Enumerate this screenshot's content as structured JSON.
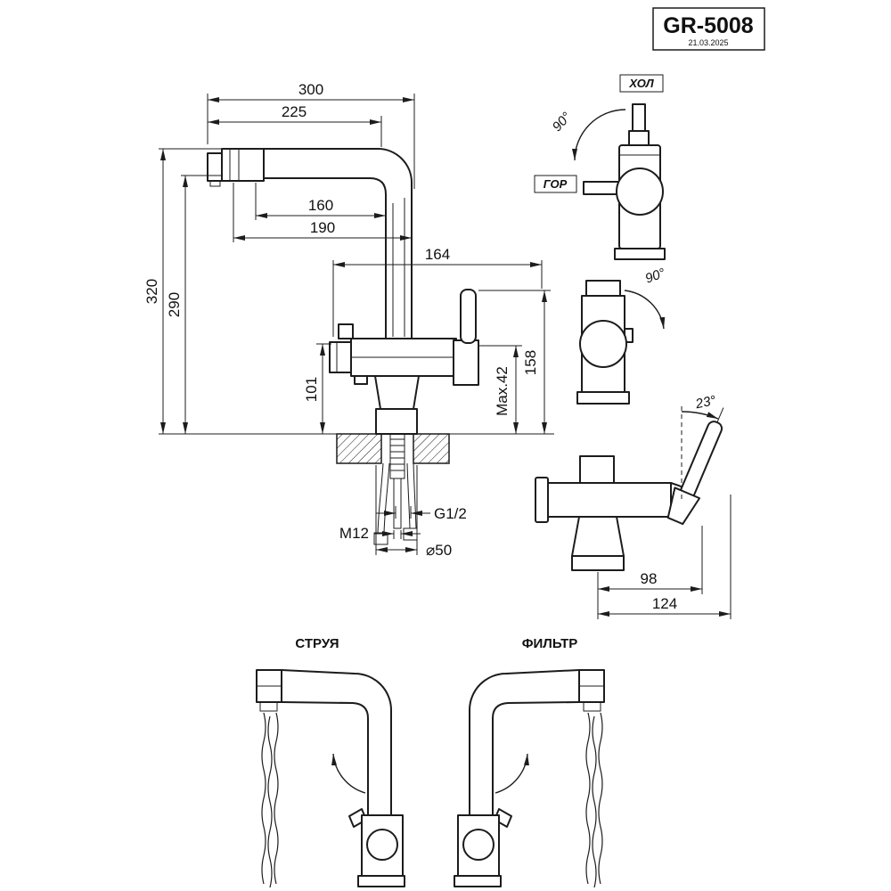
{
  "title_block": {
    "model": "GR-5008",
    "date": "21.03.2025"
  },
  "main_view": {
    "dim_300": "300",
    "dim_225": "225",
    "dim_160": "160",
    "dim_190": "190",
    "dim_164": "164",
    "dim_320": "320",
    "dim_290": "290",
    "dim_101": "101",
    "dim_max42": "Max.42",
    "dim_158": "158",
    "dim_m12": "M12",
    "dim_g12": "G1/2",
    "dim_d50": "⌀50"
  },
  "side_view": {
    "label_cold": "ХОЛ",
    "label_hot": "ГОР",
    "angle_90": "90°"
  },
  "front_view": {
    "angle_90": "90°"
  },
  "handle_view": {
    "angle_23": "23°",
    "dim_98": "98",
    "dim_124": "124"
  },
  "bottom_views": {
    "label_stream": "СТРУЯ",
    "label_filter": "ФИЛЬТР"
  }
}
